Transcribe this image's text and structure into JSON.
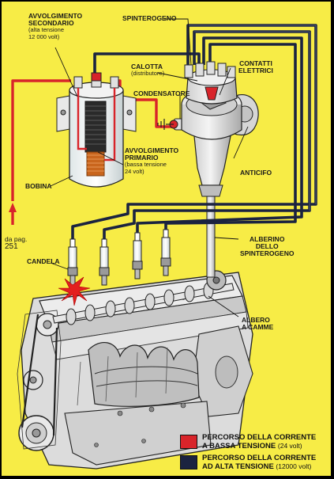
{
  "labels": {
    "secondary": {
      "title1": "AVVOLGIMENTO",
      "title2": "SECONDARIO",
      "sub1": "(alta tensione",
      "sub2": "12 000 volt)"
    },
    "distributor": "SPINTEROGENO",
    "cap": {
      "title": "CALOTTA",
      "sub": "(distributore)"
    },
    "contacts": {
      "line1": "CONTATTI",
      "line2": "ELETTRICI"
    },
    "condenser": "CONDENSATORE",
    "primary": {
      "title1": "AVVOLGIMENTO",
      "title2": "PRIMARIO",
      "sub1": "(bassa tensione",
      "sub2": "24 volt)"
    },
    "advance": "ANTICIFO",
    "coil": "BOBINA",
    "from_page": {
      "line1": "da pag.",
      "line2": "251"
    },
    "plug": "CANDELA",
    "shaft": {
      "line1": "ALBERINO",
      "line2": "DELLO",
      "line3": "SPINTEROGENO"
    },
    "camshaft": {
      "line1": "ALBERO",
      "line2": "A CAMME"
    }
  },
  "legend": {
    "low": {
      "line1": "PERCORSO DELLA CORRENTE",
      "line2a": "A BASSA TENSIONE",
      "line2b": "(24 volt)",
      "color": "#d8242a"
    },
    "high": {
      "line1": "PERCORSO DELLA CORRENTE",
      "line2a": "AD ALTA TENSIONE",
      "line2b": "(12000 volt)",
      "color": "#1b2340"
    }
  },
  "colors": {
    "background": "#f7ec46",
    "low_voltage": "#d8242a",
    "high_voltage": "#1b2340"
  }
}
